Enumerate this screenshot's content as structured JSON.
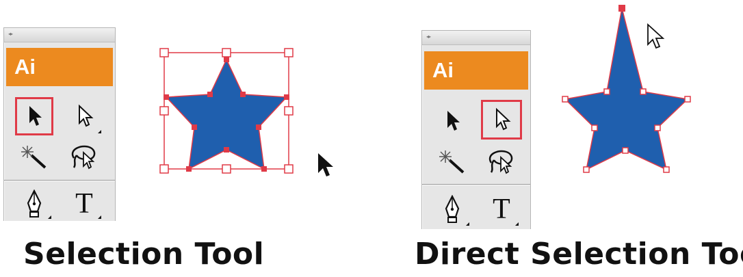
{
  "left_panel": {
    "logo": "Ai",
    "grip": "◂▸",
    "tools": [
      {
        "name": "selection-tool",
        "active": true
      },
      {
        "name": "direct-selection-tool",
        "active": false
      },
      {
        "name": "magic-wand-tool",
        "active": false
      },
      {
        "name": "lasso-tool",
        "active": false
      },
      {
        "name": "pen-tool",
        "active": false
      },
      {
        "name": "type-tool",
        "label": "T",
        "active": false
      }
    ]
  },
  "right_panel": {
    "logo": "Ai",
    "grip": "◂▸",
    "tools": [
      {
        "name": "selection-tool",
        "active": false
      },
      {
        "name": "direct-selection-tool",
        "active": true
      },
      {
        "name": "magic-wand-tool",
        "active": false
      },
      {
        "name": "lasso-tool",
        "active": false
      },
      {
        "name": "pen-tool",
        "active": false
      },
      {
        "name": "type-tool",
        "label": "T",
        "active": false
      }
    ]
  },
  "captions": {
    "left": "Selection Tool",
    "right": "Direct Selection Tool"
  },
  "colors": {
    "star_fill": "#1f5fae",
    "selection_outline": "#e03a47",
    "logo_bg": "#ec8a1f",
    "panel_bg": "#e6e6e6"
  }
}
